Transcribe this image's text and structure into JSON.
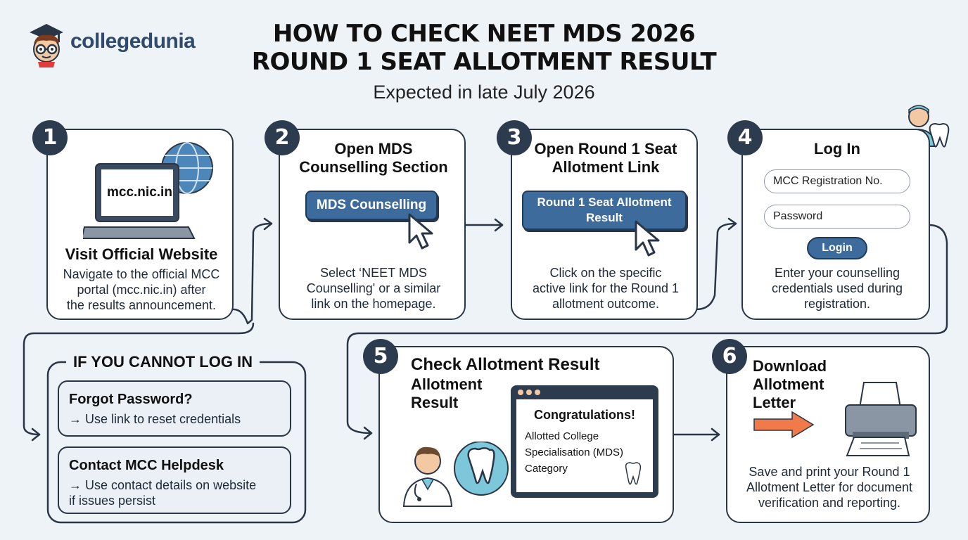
{
  "brand": {
    "name": "collegedunia"
  },
  "header": {
    "title_line1": "HOW TO CHECK NEET MDS 2026",
    "title_line2": "ROUND 1 SEAT ALLOTMENT RESULT",
    "subtitle": "Expected in late July 2026"
  },
  "steps": [
    {
      "num": "1",
      "title": "Visit Official Website",
      "url": "mcc.nic.in",
      "desc": [
        "Navigate to the official MCC",
        "portal (mcc.nic.in) after",
        "the results announcement."
      ]
    },
    {
      "num": "2",
      "title_lines": [
        "Open MDS",
        "Counselling Section"
      ],
      "button": "MDS Counselling",
      "desc": [
        "Select ‘NEET MDS",
        "Counselling' or a similar",
        "link on the homepage."
      ]
    },
    {
      "num": "3",
      "title_lines": [
        "Open Round 1 Seat",
        "Allotment Link"
      ],
      "button_lines": [
        "Round 1 Seat Allotment",
        "Result"
      ],
      "desc": [
        "Click on the specific",
        "active link for the Round 1",
        "allotment outcome."
      ]
    },
    {
      "num": "4",
      "title": "Log In",
      "field1": "MCC Registration No.",
      "field2": "Password",
      "button": "Login",
      "desc": [
        "Enter your counselling",
        "credentials used during",
        "registration."
      ]
    },
    {
      "num": "5",
      "title": "Check Allotment Result",
      "title_lines": [
        "Allotment",
        "Result"
      ],
      "window_title": "Congratulations!",
      "window_lines": [
        "Allotted College",
        "Specialisation (MDS)",
        "Category"
      ]
    },
    {
      "num": "6",
      "title_lines": [
        "Download",
        "Allotment",
        "Letter"
      ],
      "desc": [
        "Save and print your Round 1",
        "Allotment Letter for document",
        "verification and reporting."
      ]
    }
  ],
  "fallback": {
    "title": "IF YOU CANNOT LOG IN",
    "items": [
      {
        "heading": "Forgot Password?",
        "lines": [
          "→ Use link to reset credentials"
        ]
      },
      {
        "heading": "Contact MCC Helpdesk",
        "lines": [
          "→ Use contact details on website",
          "if issues persist"
        ]
      }
    ]
  },
  "colors": {
    "badge": "#2c3b4e",
    "button": "#3d6b9c",
    "accent_arrow": "#f07a4a",
    "icon_teal": "#7cc7da",
    "background": "#eef3f8"
  }
}
